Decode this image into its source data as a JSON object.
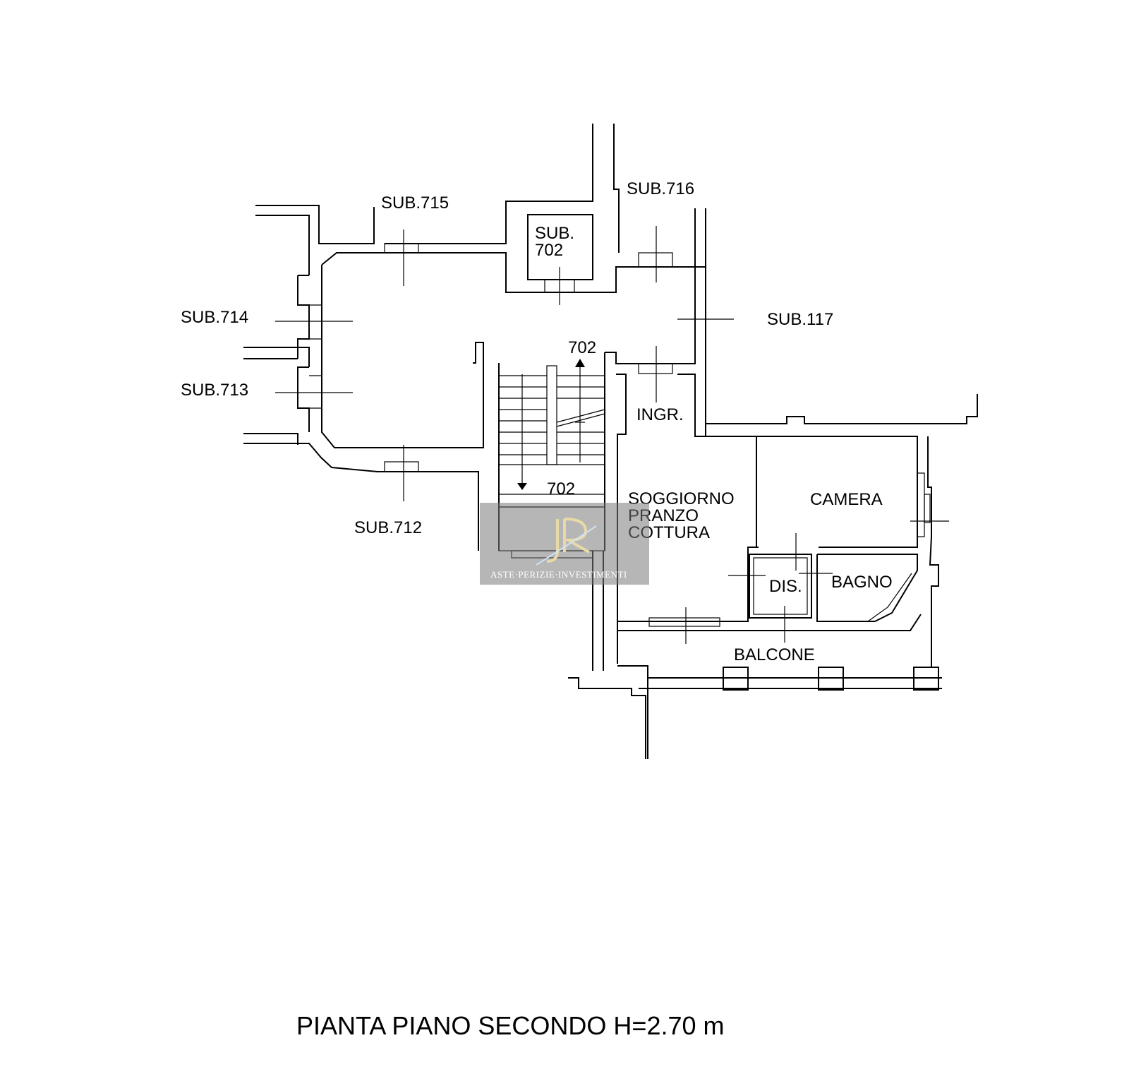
{
  "title": "PIANTA PIANO SECONDO H=2.70 m",
  "labels": {
    "sub715": "SUB.715",
    "sub716": "SUB.716",
    "sub702_line1": "SUB.",
    "sub702_line2": "702",
    "sub714": "SUB.714",
    "sub713": "SUB.713",
    "sub712": "SUB.712",
    "sub117": "SUB.117",
    "stair_up": "702",
    "stair_down": "702",
    "ingr": "INGR.",
    "soggiorno_line1": "SOGGIORNO",
    "soggiorno_line2": "PRANZO",
    "soggiorno_line3": "COTTURA",
    "camera": "CAMERA",
    "dis": "DIS.",
    "bagno": "BAGNO",
    "balcone": "BALCONE"
  },
  "watermark": {
    "logo_text": "JR",
    "tagline": "ASTE·PERIZIE·INVESTIMENTI"
  }
}
